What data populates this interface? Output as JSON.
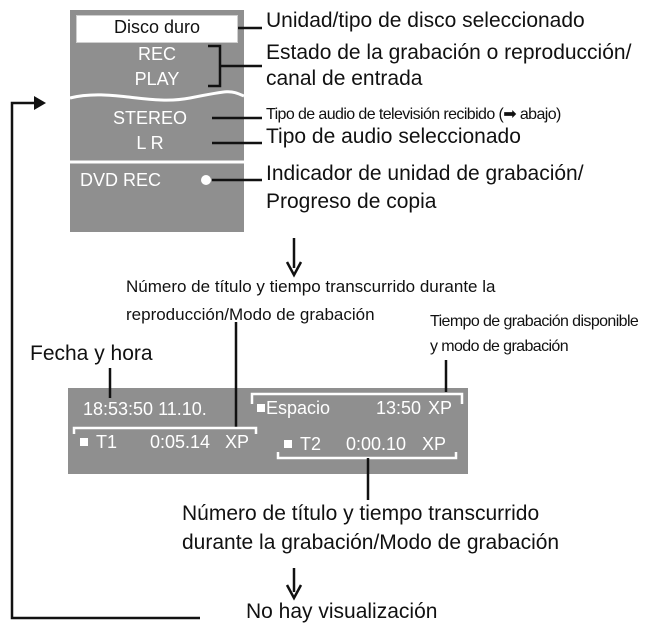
{
  "panel": {
    "drive": "Disco duro",
    "rec": "REC",
    "play": "PLAY",
    "stereo": "STEREO",
    "lr": "L R",
    "dvd_rec": "DVD REC"
  },
  "annotations": {
    "drive": "Unidad/tipo de disco seleccionado",
    "status_line1": "Estado de la grabación o reproducción/",
    "status_line2": "canal de entrada",
    "tv_audio": "Tipo de audio de televisión recibido (➡ abajo)",
    "audio_selected": "Tipo de audio seleccionado",
    "rec_drive_line1": "Indicador de unidad de grabación/",
    "rec_drive_line2": "Progreso de copia",
    "title_play_line1": "Número de título y tiempo transcurrido durante la",
    "title_play_line2": "reproducción/Modo de grabación",
    "rec_time_line1": "Tiempo de grabación disponible",
    "rec_time_line2": "y modo de grabación",
    "date_time": "Fecha y hora",
    "title_rec_line1": "Número de título y tiempo transcurrido",
    "title_rec_line2": "durante la grabación/Modo de grabación",
    "no_display": "No hay visualización"
  },
  "display2": {
    "datetime": "18:53:50 11.10.",
    "space_label": "Espacio",
    "space_time": "13:50",
    "space_mode": "XP",
    "t1_label": "T1",
    "t1_time": "0:05.14",
    "t1_mode": "XP",
    "t2_label": "T2",
    "t2_time": "0:00.10",
    "t2_mode": "XP"
  },
  "colors": {
    "panel": "#8f8f8f",
    "text_on_panel": "#ffffff",
    "lines": "#111111"
  }
}
